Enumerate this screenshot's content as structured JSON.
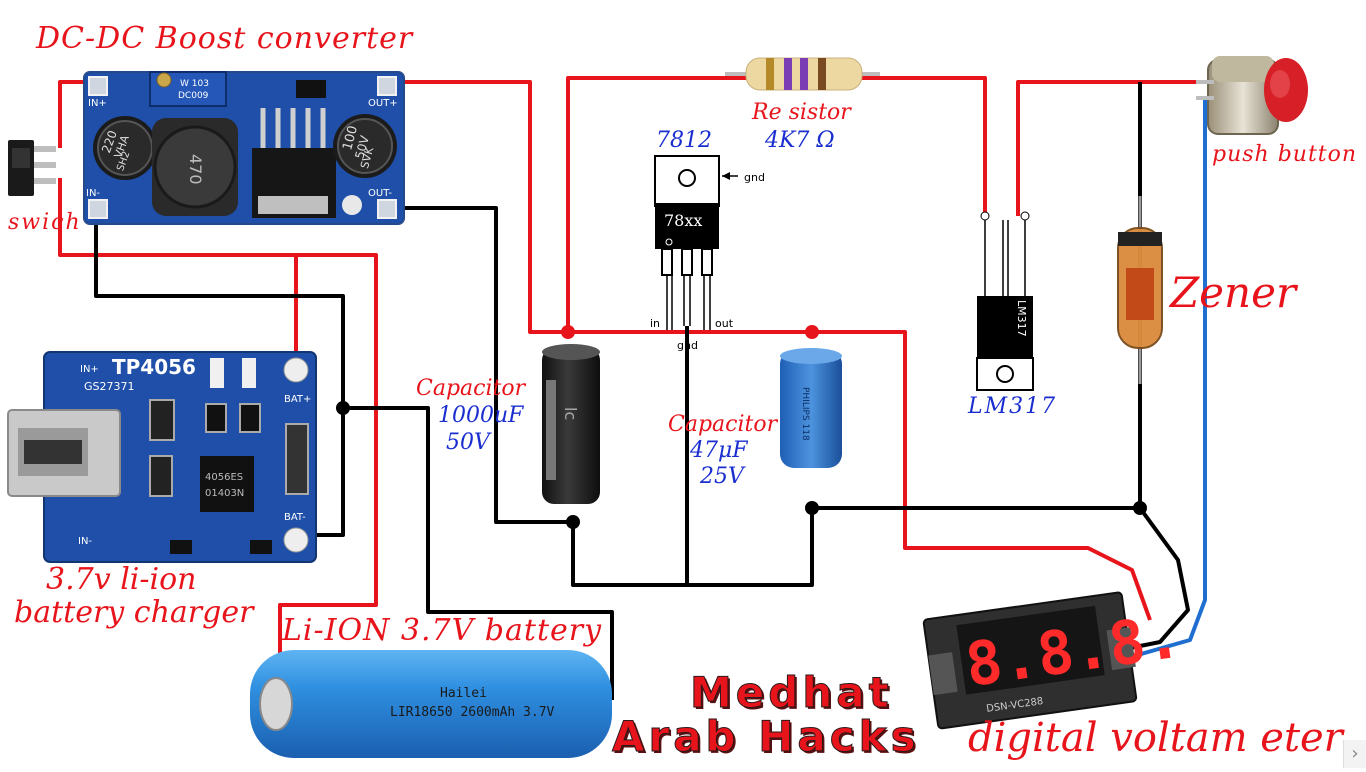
{
  "labels": {
    "boost_title": "DC-DC Boost converter",
    "switch": "swich",
    "resistor": "Re sistor",
    "resistor_value": "4K7 Ω",
    "regulator_title": "7812",
    "regulator_body": "78xx",
    "regulator_gnd_tab": "gnd",
    "regulator_in": "in",
    "regulator_gnd": "gnd",
    "regulator_out": "out",
    "push_button": "push button",
    "zener": "Zener",
    "lm317_label": "LM317",
    "lm317_body": "LM317",
    "cap1_name": "Capacitor",
    "cap1_value": "1000uF",
    "cap1_voltage": "50V",
    "cap2_name": "Capacitor",
    "cap2_value": "47μF",
    "cap2_voltage": "25V",
    "charger_line1": "3.7v li-ion",
    "charger_line2": "battery charger",
    "battery_title": "Li-ION 3.7V  battery",
    "voltmeter": "digital voltam eter",
    "watermark_line1": "Medhat",
    "watermark_line2": "Arab Hacks"
  },
  "boost_module": {
    "pin_in_plus": "IN+",
    "pin_in_minus": "IN-",
    "pin_out_plus": "OUT+",
    "pin_out_minus": "OUT-",
    "pot_text": "W 103",
    "pot_text2": "DC009",
    "cap_text1": "220",
    "cap_text2": "VHA",
    "cap_text3": "SH2",
    "inductor_text": "470",
    "cap_out_text1": "100",
    "cap_out_text2": "50V",
    "cap_out_text3": "SVK"
  },
  "charger_module": {
    "name": "TP4056",
    "code": "GS27371",
    "pin_in_plus": "IN+",
    "pin_in_minus": "IN-",
    "pin_bat_plus": "BAT+",
    "pin_bat_minus": "BAT-",
    "chip_text": "4056ES",
    "chip_text2": "01403N"
  },
  "battery_cell": {
    "brand": "Hailei",
    "model": "LIR18650 2600mAh 3.7V"
  },
  "capacitor_print": {
    "big": "lc",
    "small": "PHILIPS 118"
  },
  "voltmeter_display": {
    "digits": "8.8.8.",
    "code": "DSN-VC288"
  },
  "nav": {
    "next_glyph": "›"
  },
  "colors": {
    "positive_wire": "#e8141b",
    "ground_wire": "#000000",
    "signal_wire": "#1e6fd0",
    "pcb_blue": "#1f4fa8",
    "battery_blue": "#2f8fe0"
  }
}
